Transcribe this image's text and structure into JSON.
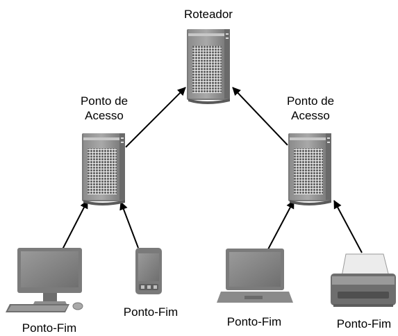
{
  "nodes": {
    "router": {
      "label": "Roteador",
      "icon": "server-tower-icon"
    },
    "access_point_left": {
      "label_line1": "Ponto de",
      "label_line2": "Acesso",
      "icon": "server-tower-icon"
    },
    "access_point_right": {
      "label_line1": "Ponto de",
      "label_line2": "Acesso",
      "icon": "server-tower-icon"
    },
    "endpoint_desktop": {
      "label": "Ponto-Fim",
      "icon": "desktop-computer-icon"
    },
    "endpoint_phone": {
      "label": "Ponto-Fim",
      "icon": "smartphone-icon"
    },
    "endpoint_laptop": {
      "label": "Ponto-Fim",
      "icon": "laptop-icon"
    },
    "endpoint_printer": {
      "label": "Ponto-Fim",
      "icon": "printer-icon"
    }
  },
  "edges": [
    {
      "from": "access_point_left",
      "to": "router"
    },
    {
      "from": "access_point_right",
      "to": "router"
    },
    {
      "from": "endpoint_desktop",
      "to": "access_point_left"
    },
    {
      "from": "endpoint_phone",
      "to": "access_point_left"
    },
    {
      "from": "endpoint_laptop",
      "to": "access_point_right"
    },
    {
      "from": "endpoint_printer",
      "to": "access_point_right"
    }
  ],
  "colors": {
    "device_gray": "#8a8a8a",
    "edge": "#000000"
  }
}
